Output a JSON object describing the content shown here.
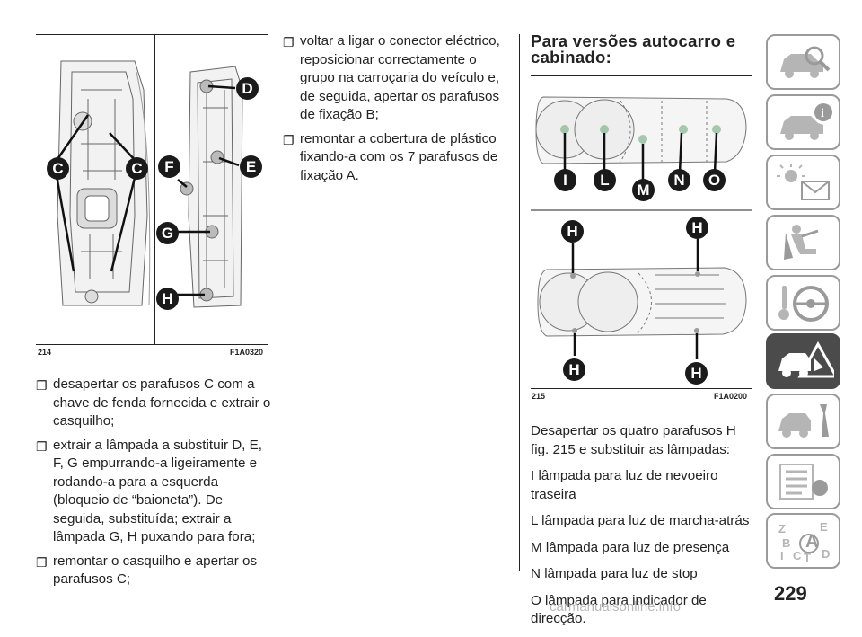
{
  "figure_214": {
    "number": "214",
    "code": "F1A0320",
    "callouts": [
      "C",
      "C",
      "D",
      "E",
      "F",
      "G",
      "H"
    ]
  },
  "figure_215": {
    "number": "215",
    "code": "F1A0200",
    "callouts_top": [
      "I",
      "L",
      "M",
      "N",
      "O"
    ],
    "callouts_bottom": [
      "H",
      "H",
      "H",
      "H"
    ]
  },
  "column1": {
    "bullets": [
      "desapertar os parafusos C com a chave de fenda fornecida e extrair o casquilho;",
      "extrair a lâmpada a substituir D, E, F, G empurrando-a ligeiramente e rodando-a para a esquerda (bloqueio de “baioneta”). De seguida, substituída; extrair a lâmpada G, H puxando para fora;",
      "remontar o casquilho e apertar os parafusos C;"
    ]
  },
  "column2": {
    "bullets": [
      "voltar a ligar o conector eléctrico, reposicionar correctamente o grupo na carroçaria do veículo e, de seguida, apertar os parafusos de fixação B;",
      "remontar a cobertura de plástico fixando-a com os 7 parafusos de fixação A."
    ]
  },
  "column3": {
    "heading": "Para versões autocarro e cabinado:",
    "paragraphs": [
      "Desapertar os quatro parafusos H fig. 215 e substituir as lâmpadas:",
      "I lâmpada para luz de nevoeiro traseira",
      "L lâmpada para luz de marcha-atrás",
      "M lâmpada para luz de presença",
      "N lâmpada para luz de stop",
      "O lâmpada para indicador de direcção."
    ]
  },
  "sidebar": {
    "tabs": [
      "car-search-icon",
      "car-info-icon",
      "warning-lights-icon",
      "airbag-seat-icon",
      "steering-key-icon",
      "car-emergency-icon",
      "car-maintenance-icon",
      "specifications-icon",
      "index-icon"
    ],
    "active_index": 5
  },
  "page_number": "229",
  "watermark": "carmanualsonline.info",
  "colors": {
    "callout": "#1a1a1a",
    "active_tab": "#4b4b4b",
    "tab_border": "#9a9a9a"
  }
}
